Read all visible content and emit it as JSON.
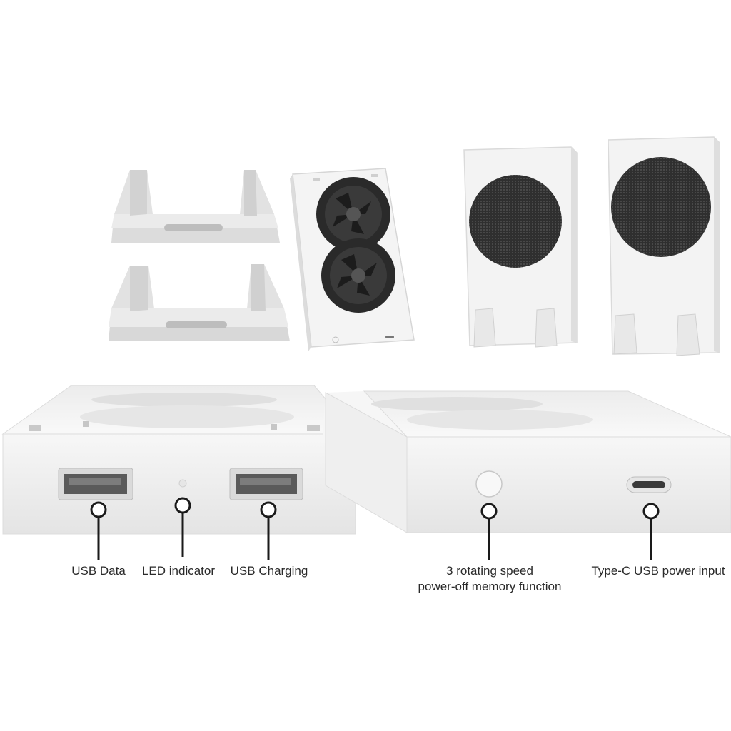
{
  "callouts": {
    "usb_data": "USB Data",
    "led_indicator": "LED indicator",
    "usb_charging": "USB Charging",
    "speed_line1": "3 rotating speed",
    "speed_line2": "power-off memory function",
    "type_c": "Type-C USB power input"
  },
  "colors": {
    "background": "#ffffff",
    "plastic_white": "#f2f2f2",
    "plastic_shadow": "#d6d6d6",
    "grille_dark": "#2b2b2b",
    "callout_line": "#1a1a1a"
  },
  "icons": [
    "usb-a-port-icon",
    "led-icon",
    "power-button-icon",
    "usb-c-port-icon",
    "fan-icon"
  ]
}
